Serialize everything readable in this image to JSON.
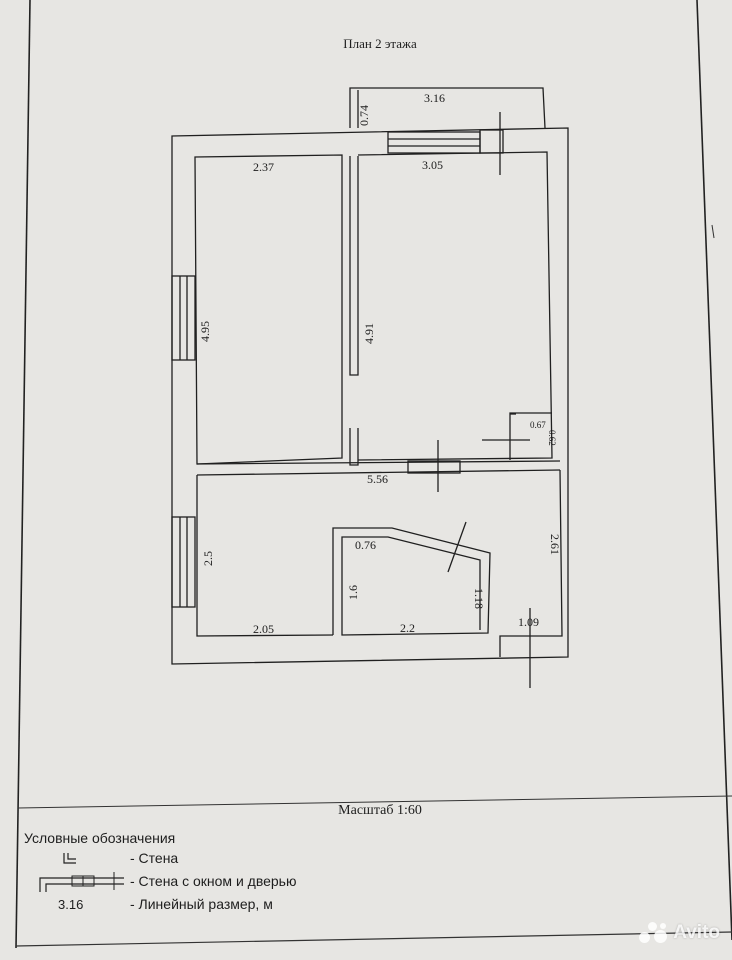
{
  "plan": {
    "title": "План 2 этажа",
    "dimensions": {
      "balcony_width": "3.16",
      "balcony_depth": "0.74",
      "room1_width": "2.37",
      "room1_depth": "4.95",
      "room2_width": "3.05",
      "room2_depth": "4.91",
      "niche_width": "0.67",
      "niche_depth": "0.62",
      "hall_width": "5.56",
      "kitchen_depth": "2.5",
      "kitchen_width": "2.05",
      "stair_top": "0.76",
      "stair_side": "1.6",
      "stair_width": "2.2",
      "stair_diag": "1.18",
      "corridor_depth": "2.61",
      "corridor_width": "1.09"
    }
  },
  "scale": {
    "label": "Масштаб 1:60"
  },
  "legend": {
    "title": "Условные обозначения",
    "items": [
      {
        "label": "- Стена",
        "icon": "wall-icon"
      },
      {
        "label": "- Стена с окном и дверью",
        "icon": "window-door-wall-icon"
      },
      {
        "label": "- Линейный размер, м",
        "sample": "3.16"
      }
    ]
  },
  "watermark": {
    "text": "Avito"
  }
}
